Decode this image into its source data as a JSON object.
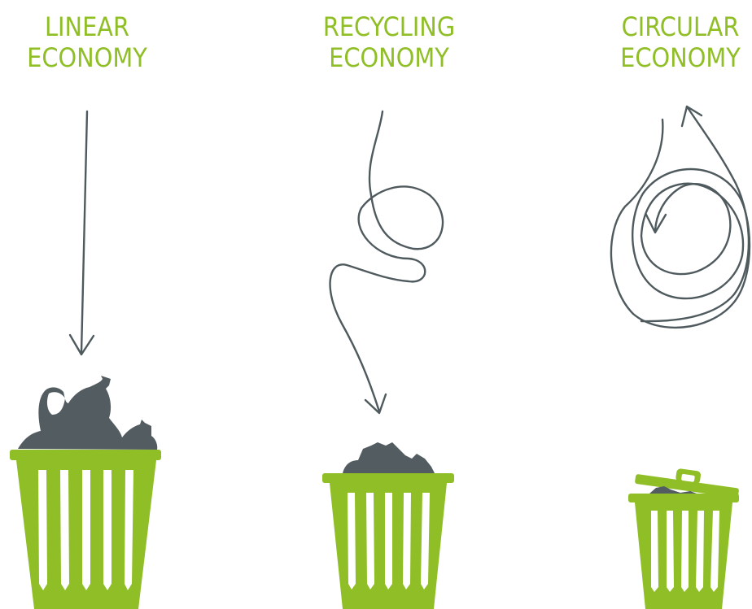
{
  "panels": [
    {
      "id": "linear",
      "title_line1": "LINEAR",
      "title_line2": "ECONOMY",
      "flow_icon": "straight-arrow",
      "bin_icon": "overflowing-trash-bin"
    },
    {
      "id": "recycling",
      "title_line1": "RECYCLING",
      "title_line2": "ECONOMY",
      "flow_icon": "looping-arrow",
      "bin_icon": "half-full-trash-bin"
    },
    {
      "id": "circular",
      "title_line1": "CIRCULAR",
      "title_line2": "ECONOMY",
      "flow_icon": "circular-arrow",
      "bin_icon": "nearly-empty-trash-bin"
    }
  ],
  "colors": {
    "accent_green": "#8fbe26",
    "arrow_gray": "#4f5a5e",
    "waste_gray": "#535d61",
    "bin_slot_white": "#ffffff"
  }
}
